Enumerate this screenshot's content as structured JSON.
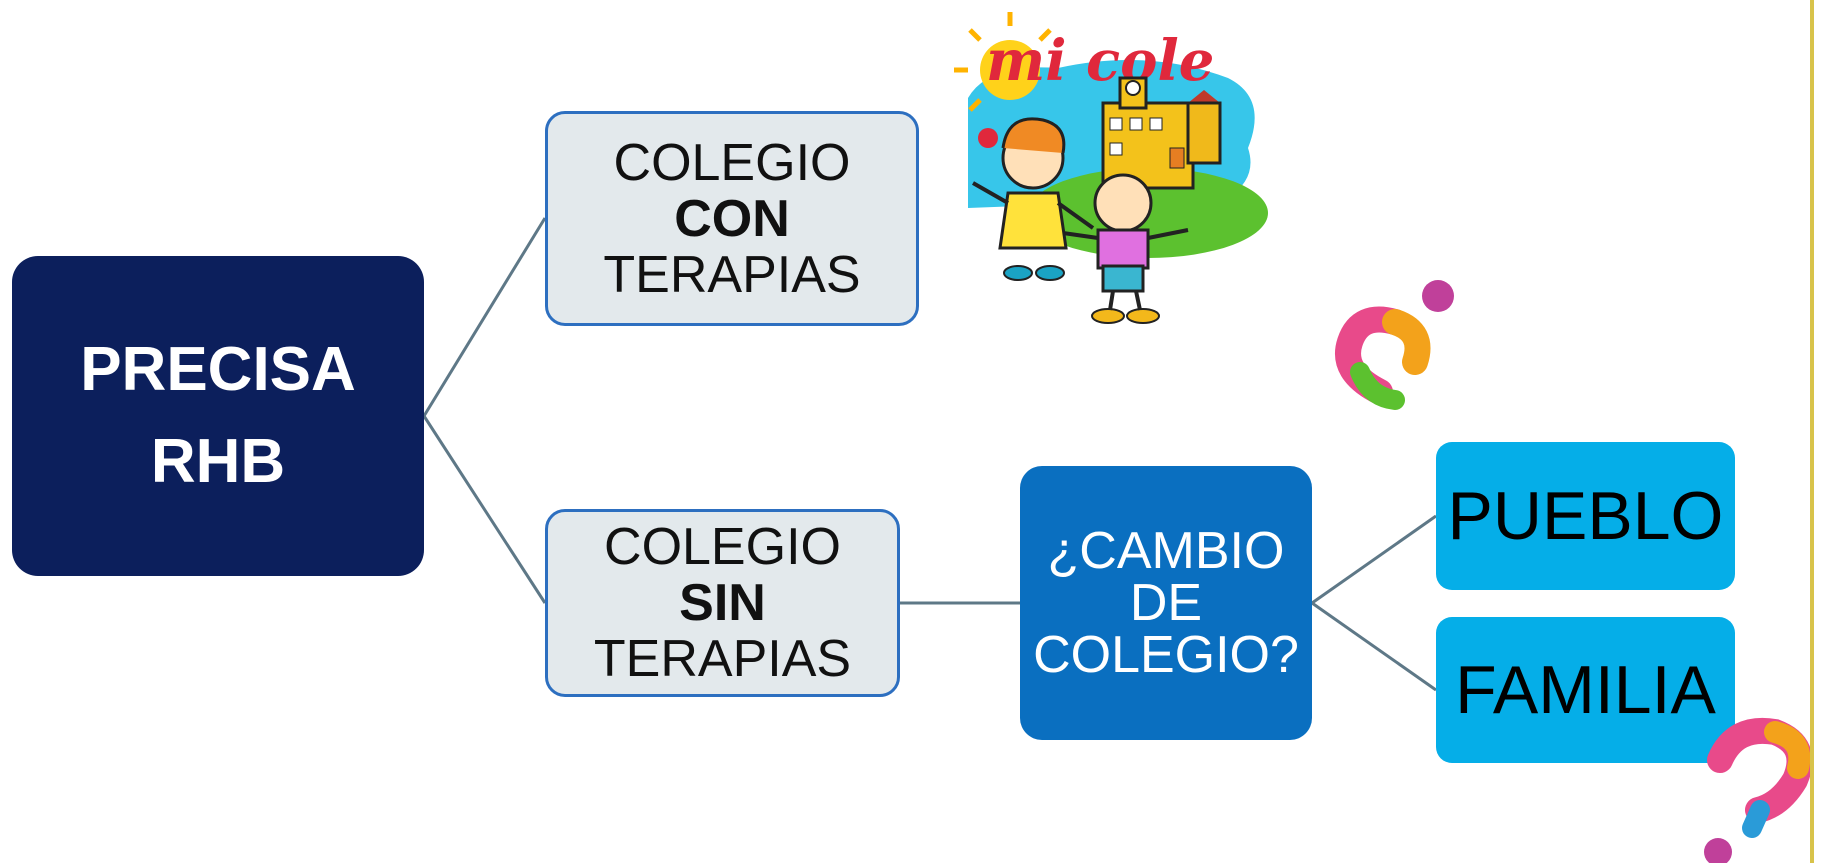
{
  "root": {
    "line1": "PRECISA",
    "line2": "RHB"
  },
  "branch_con": {
    "line1": "COLEGIO",
    "line2": "CON",
    "line3": "TERAPIAS"
  },
  "branch_sin": {
    "line1": "COLEGIO",
    "line2": "SIN",
    "line3": "TERAPIAS"
  },
  "question": {
    "line1": "¿CAMBIO",
    "line2": "DE",
    "line3": "COLEGIO?"
  },
  "options": [
    {
      "label": "PUEBLO"
    },
    {
      "label": "FAMILIA"
    }
  ],
  "clipart": {
    "caption": "mi cole"
  },
  "colors": {
    "root": "#0c1f5c",
    "question": "#0a6fc0",
    "leaf": "#05aee8",
    "light": "#e3e9ec",
    "connector": "#5e7887"
  }
}
